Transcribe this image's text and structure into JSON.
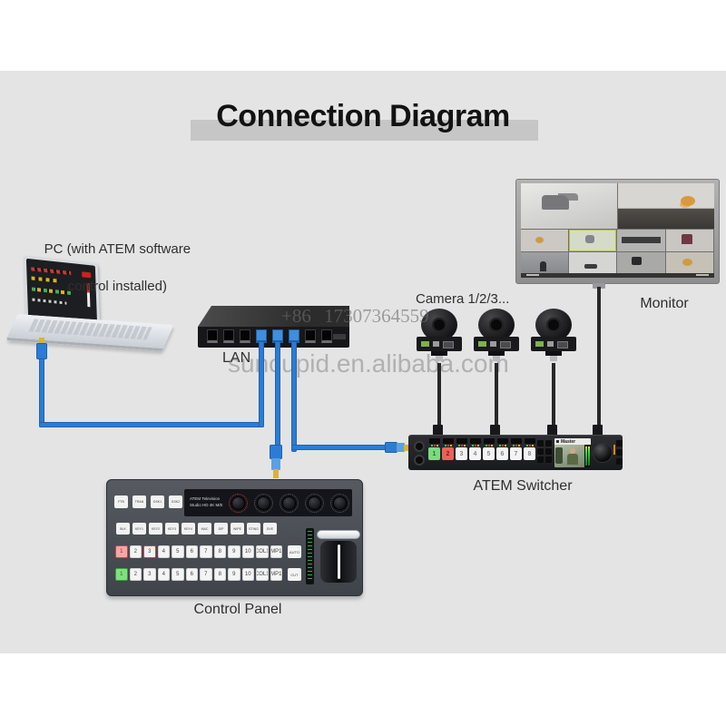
{
  "title": "Connection Diagram",
  "watermark": {
    "phone": "+86 17307364559",
    "site": "suncupid.en.alibaba.com"
  },
  "labels": {
    "pc_line1": "PC (with ATEM software",
    "pc_line2": "control installed)",
    "lan": "LAN",
    "cameras": "Camera 1/2/3...",
    "monitor": "Monitor",
    "switcher": "ATEM Switcher",
    "panel": "Control Panel"
  },
  "colors": {
    "background_band": "#e4e4e4",
    "title_bar": "#c6c6c6",
    "cable_blue": "#2b7cd4",
    "program_red": "#e9635a",
    "preview_green": "#7bdb84"
  },
  "network_switch": {
    "ports": [
      {},
      {},
      {},
      {
        "class": "plugged"
      },
      {
        "class": "plugged"
      },
      {
        "class": "plugged"
      },
      {},
      {}
    ]
  },
  "cameras": [
    {},
    {},
    {}
  ],
  "monitor": {
    "cells": [
      {
        "class": "mv-big mv-s1"
      },
      {
        "class": "mv-big mv-s2"
      },
      {
        "class": "mv-sm mv-s3"
      },
      {
        "class": "mv-sm mv-s4"
      },
      {
        "class": "mv-sm mv-s5"
      },
      {
        "class": "mv-sm mv-s6"
      },
      {
        "class": "mv-sm mv-s7"
      },
      {
        "class": "mv-sm mv-s8"
      },
      {
        "class": "mv-sm mv-s9"
      },
      {
        "class": "mv-sm mv-s10"
      }
    ]
  },
  "switcher": {
    "lcd_title": "Master",
    "inputs": [
      {
        "label": "1",
        "class": "in-green"
      },
      {
        "label": "2",
        "class": "in-red"
      },
      {
        "label": "3"
      },
      {
        "label": "4"
      },
      {
        "label": "5"
      },
      {
        "label": "6"
      },
      {
        "label": "7"
      },
      {
        "label": "8"
      }
    ],
    "mid_buttons": [
      {},
      {},
      {},
      {},
      {},
      {}
    ]
  },
  "panel": {
    "display_line1": "ATEM Television",
    "display_line2": "Studio HD 4K M/E",
    "top_buttons": [
      {
        "label": "FTB"
      },
      {
        "label": "TRAN"
      },
      {
        "label": "DSK1"
      },
      {
        "label": "DSK2"
      }
    ],
    "knobs": [
      {
        "class": "knob-red"
      },
      {},
      {},
      {},
      {}
    ],
    "bus_buttons": [
      {
        "label": "BLK"
      },
      {
        "label": "KEY1"
      },
      {
        "label": "KEY2"
      },
      {
        "label": "KEY3"
      },
      {
        "label": "KEY4"
      },
      {
        "label": "MAC"
      },
      {
        "label": "DIP"
      },
      {
        "label": "WIPE"
      },
      {
        "label": "STING"
      },
      {
        "label": "DVE"
      }
    ],
    "program_row": [
      {
        "label": "1",
        "class": "b-red"
      },
      {
        "label": "2"
      },
      {
        "label": "3",
        "class": "b-redline"
      },
      {
        "label": "4"
      },
      {
        "label": "5"
      },
      {
        "label": "6"
      },
      {
        "label": "7"
      },
      {
        "label": "8"
      },
      {
        "label": "9"
      },
      {
        "label": "10"
      },
      {
        "label": "COL1"
      },
      {
        "label": "MP1"
      }
    ],
    "preview_row": [
      {
        "label": "1",
        "class": "b-green"
      },
      {
        "label": "2"
      },
      {
        "label": "3"
      },
      {
        "label": "4"
      },
      {
        "label": "5"
      },
      {
        "label": "6"
      },
      {
        "label": "7"
      },
      {
        "label": "8"
      },
      {
        "label": "9"
      },
      {
        "label": "10"
      },
      {
        "label": "COL1"
      },
      {
        "label": "MP1"
      }
    ],
    "auto": "AUTO",
    "cut": "CUT"
  }
}
